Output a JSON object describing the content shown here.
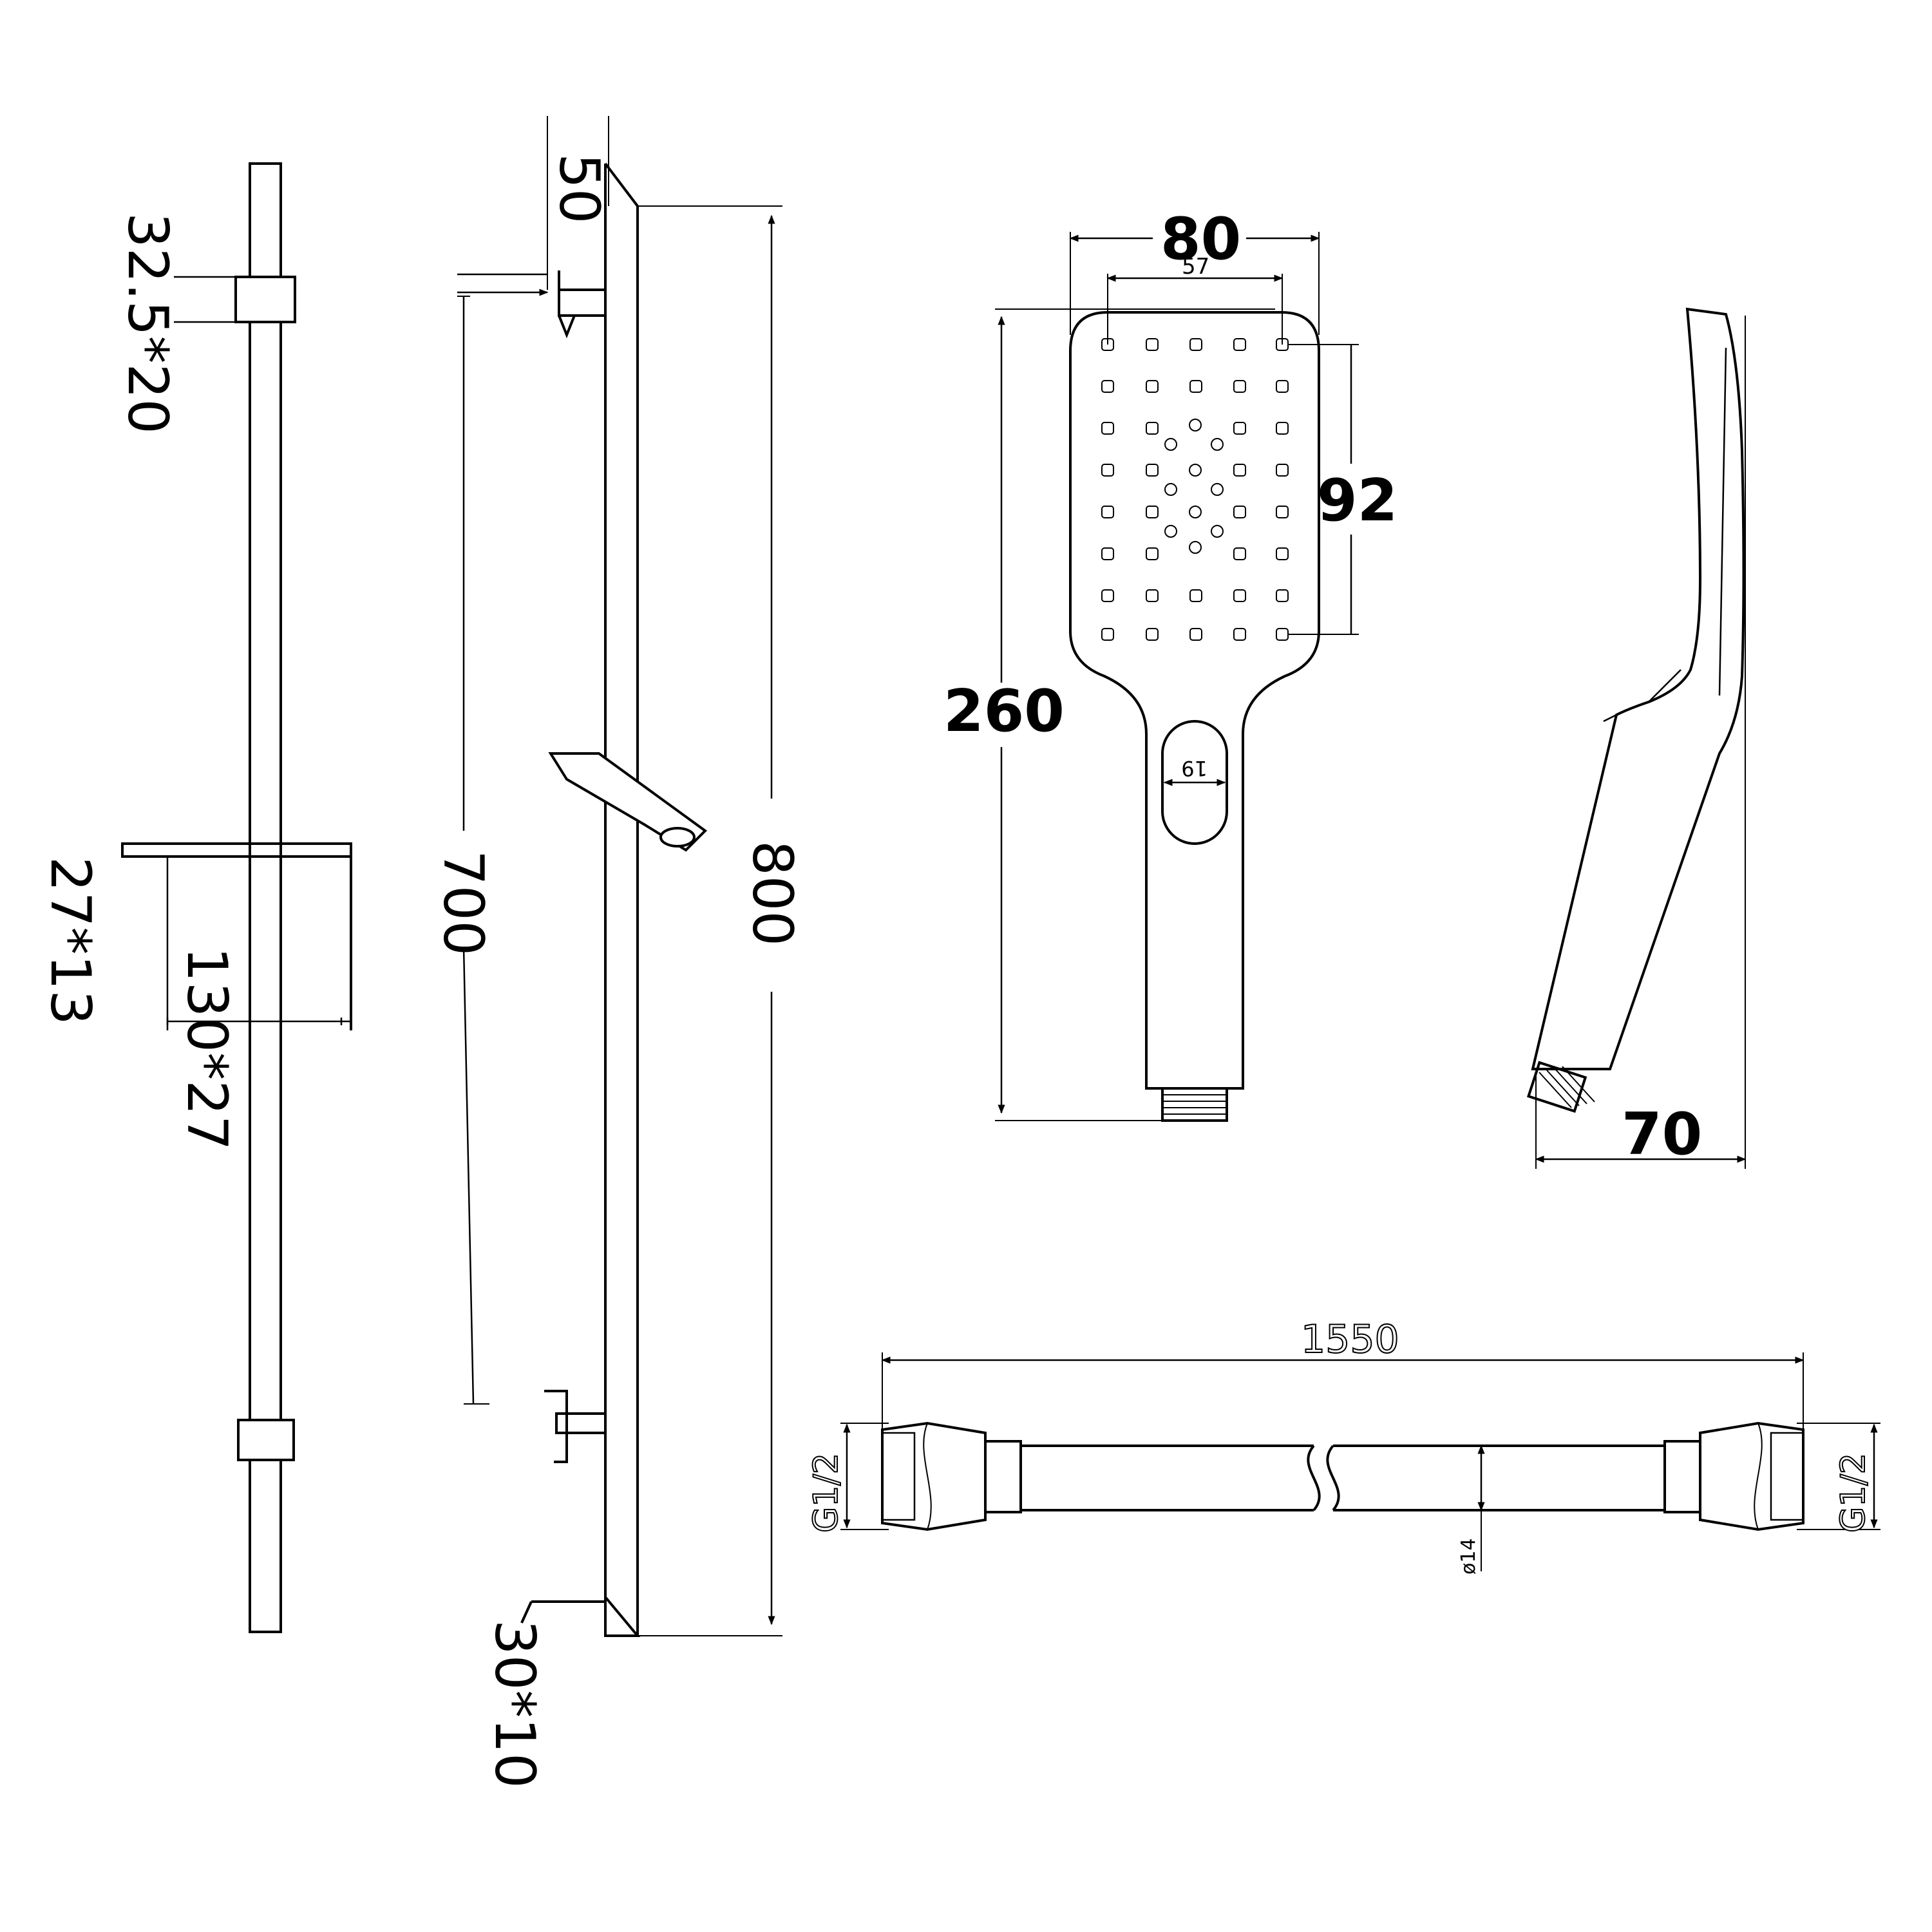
{
  "rail_front": {
    "clip_size": "32.5*20",
    "holder_size": "27*13",
    "holder_arm_size": "130*27"
  },
  "rail_side": {
    "top_offset": "50",
    "bracket_spacing": "700",
    "total_length": "800",
    "end_cap_size": "30*10"
  },
  "handset_front": {
    "head_width": "80",
    "nozzle_span": "57",
    "nozzle_height": "92",
    "total_length": "260",
    "button_width": "19"
  },
  "handset_side": {
    "depth": "70"
  },
  "hose": {
    "length": "1550",
    "connector_left": "G1/2",
    "connector_right": "G1/2",
    "diameter": "ø14"
  }
}
